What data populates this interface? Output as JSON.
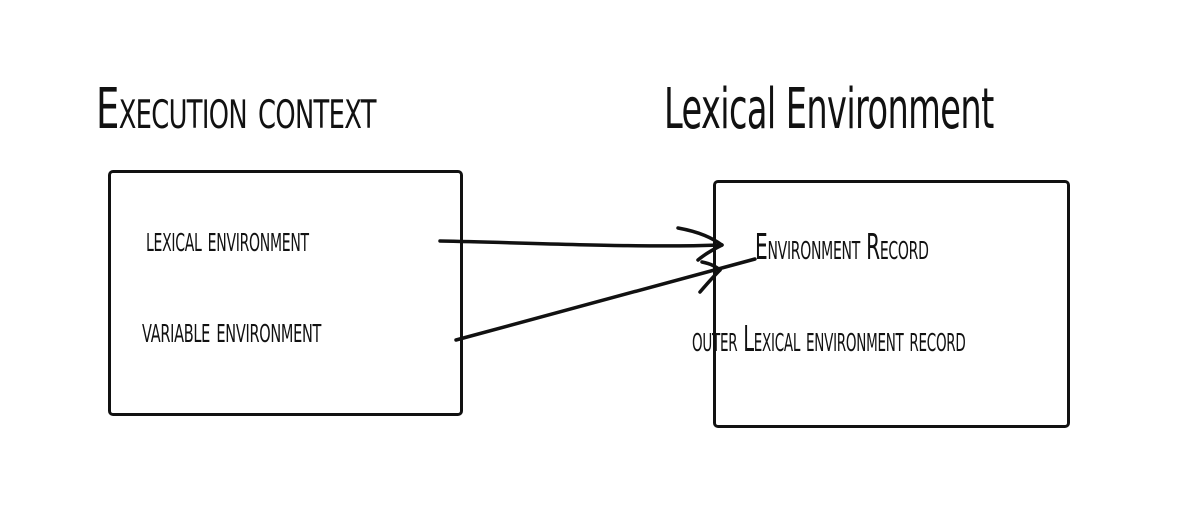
{
  "left_panel": {
    "title": "Execution context",
    "items": [
      "lexical environment",
      "variable environment"
    ]
  },
  "right_panel": {
    "title": "Lexical Environment",
    "items": [
      "Environment Record",
      "outer Lexical environment record"
    ]
  },
  "colors": {
    "ink": "#111111",
    "background": "#ffffff"
  }
}
